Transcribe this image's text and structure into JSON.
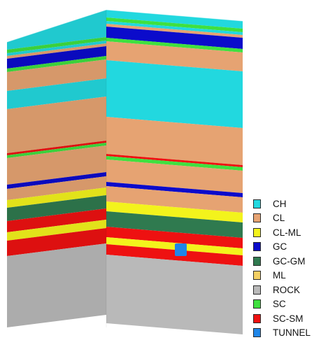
{
  "legend": {
    "items": [
      {
        "label": "CH",
        "color": "#22d8df"
      },
      {
        "label": "CL",
        "color": "#e6a372"
      },
      {
        "label": "CL-ML",
        "color": "#f3f31c"
      },
      {
        "label": "GC",
        "color": "#0b0bcb"
      },
      {
        "label": "GC-GM",
        "color": "#2f7a4f"
      },
      {
        "label": "ML",
        "color": "#f3cf63"
      },
      {
        "label": "ROCK",
        "color": "#b9b9b9"
      },
      {
        "label": "SC",
        "color": "#3fe03f"
      },
      {
        "label": "SC-SM",
        "color": "#ee1111"
      },
      {
        "label": "TUNNEL",
        "color": "#1f86e8"
      }
    ]
  },
  "tunnel_color": "#1f86e8",
  "strata": [
    {
      "material": "CH",
      "color": "#22d8df"
    },
    {
      "material": "SC",
      "color": "#3fe03f"
    },
    {
      "material": "CH",
      "color": "#22d8df"
    },
    {
      "material": "CL",
      "color": "#e6a372"
    },
    {
      "material": "GC",
      "color": "#0b0bcb"
    },
    {
      "material": "SC",
      "color": "#3fe03f"
    },
    {
      "material": "CL",
      "color": "#e6a372"
    },
    {
      "material": "CH",
      "color": "#22d8df"
    },
    {
      "material": "CL",
      "color": "#e6a372"
    },
    {
      "material": "SC-SM",
      "color": "#ee1111"
    },
    {
      "material": "SC",
      "color": "#3fe03f"
    },
    {
      "material": "CL",
      "color": "#e6a372"
    },
    {
      "material": "GC",
      "color": "#0b0bcb"
    },
    {
      "material": "CL",
      "color": "#e6a372"
    },
    {
      "material": "CL-ML",
      "color": "#f3f31c"
    },
    {
      "material": "GC-GM",
      "color": "#2f7a4f"
    },
    {
      "material": "SC-SM",
      "color": "#ee1111"
    },
    {
      "material": "CL-ML",
      "color": "#f3f31c"
    },
    {
      "material": "SC-SM",
      "color": "#ee1111"
    },
    {
      "material": "ROCK",
      "color": "#b9b9b9"
    }
  ]
}
